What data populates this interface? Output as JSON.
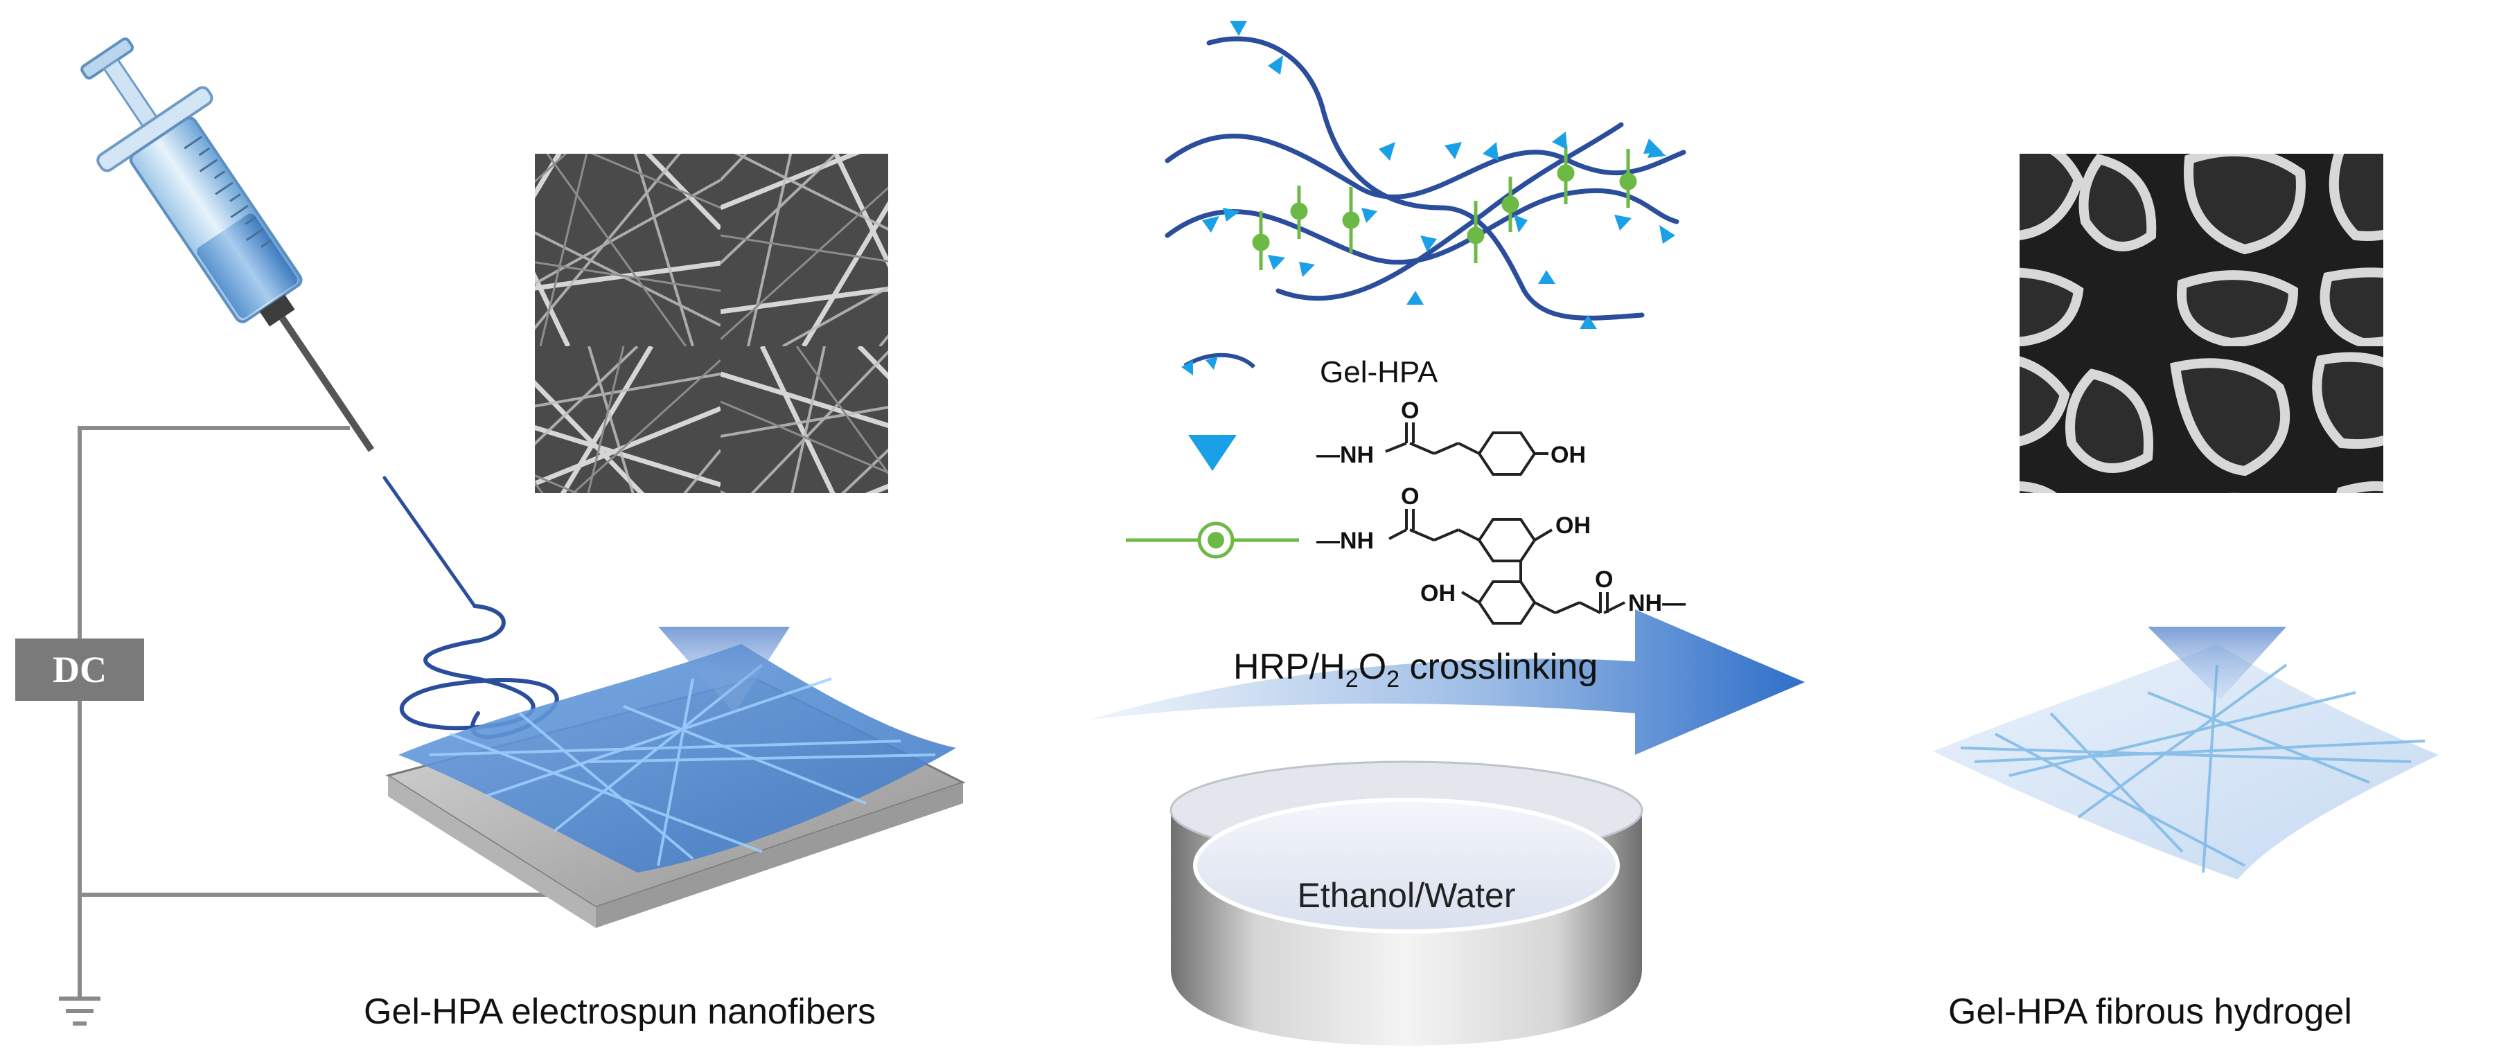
{
  "labels": {
    "dc": "DC",
    "left_caption": "Gel-HPA electrospun nanofibers",
    "right_caption": "Gel-HPA fibrous hydrogel",
    "legend_polymer": "Gel-HPA",
    "crosslink_prefix": "HRP/H",
    "crosslink_sub_2a": "2",
    "crosslink_o": "O",
    "crosslink_sub_2b": "2",
    "crosslink_suffix": " crosslinking",
    "solvent": "Ethanol/Water"
  },
  "chemistry": {
    "hpa_nh": "—NH",
    "hpa_o": "O",
    "hpa_oh": "OH",
    "dimer_nh_left": "—NH",
    "dimer_o_top": "O",
    "dimer_oh_top": "OH",
    "dimer_oh_bottom": "OH",
    "dimer_o_right": "O",
    "dimer_nh_right": "NH—"
  },
  "colors": {
    "polymer_chain": "#2a4d9c",
    "hpa_marker": "#1aa0e6",
    "crosslink": "#6cba45",
    "arrow_light": "#e6eef9",
    "arrow_dark": "#2f6fc8",
    "wire": "#8a8a8a",
    "dc_box": "#7a7a7a",
    "fiber_mat": "#5b93d8",
    "hydrogel": "#cfe0f5"
  },
  "icons": [
    "syringe-icon",
    "ground-icon",
    "sem-image-electrospun",
    "sem-image-hydrogel",
    "petri-dish-icon"
  ]
}
